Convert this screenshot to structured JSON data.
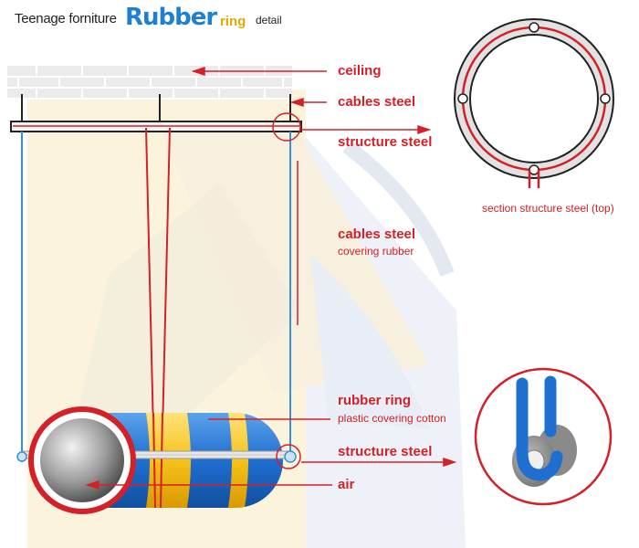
{
  "title": {
    "prefix": "Teenage forniture",
    "brand_main": "Rubber",
    "brand_suffix": "ring",
    "detail": "detail"
  },
  "labels": {
    "ceiling": "ceiling",
    "cables_steel_top": "cables steel",
    "structure_steel_top": "structure steel",
    "cables_steel_side": "cables steel",
    "covering_rubber": "covering rubber",
    "rubber_ring": "rubber ring",
    "plastic_covering": "plastic covering cotton",
    "structure_steel_bottom": "structure steel",
    "air": "air",
    "section_caption": "section structure steel (top)"
  },
  "colors": {
    "accent_red": "#d42027",
    "ring_yellow": "#f6c21a",
    "ring_blue": "#1f6fd1",
    "cable_blue": "#3a8fd9",
    "steel_grey": "#9a9a9a"
  },
  "icons": {
    "ceiling": "brick-ceiling-icon",
    "ring_section": "ring-section-icon",
    "hook_detail": "hook-detail-icon"
  }
}
